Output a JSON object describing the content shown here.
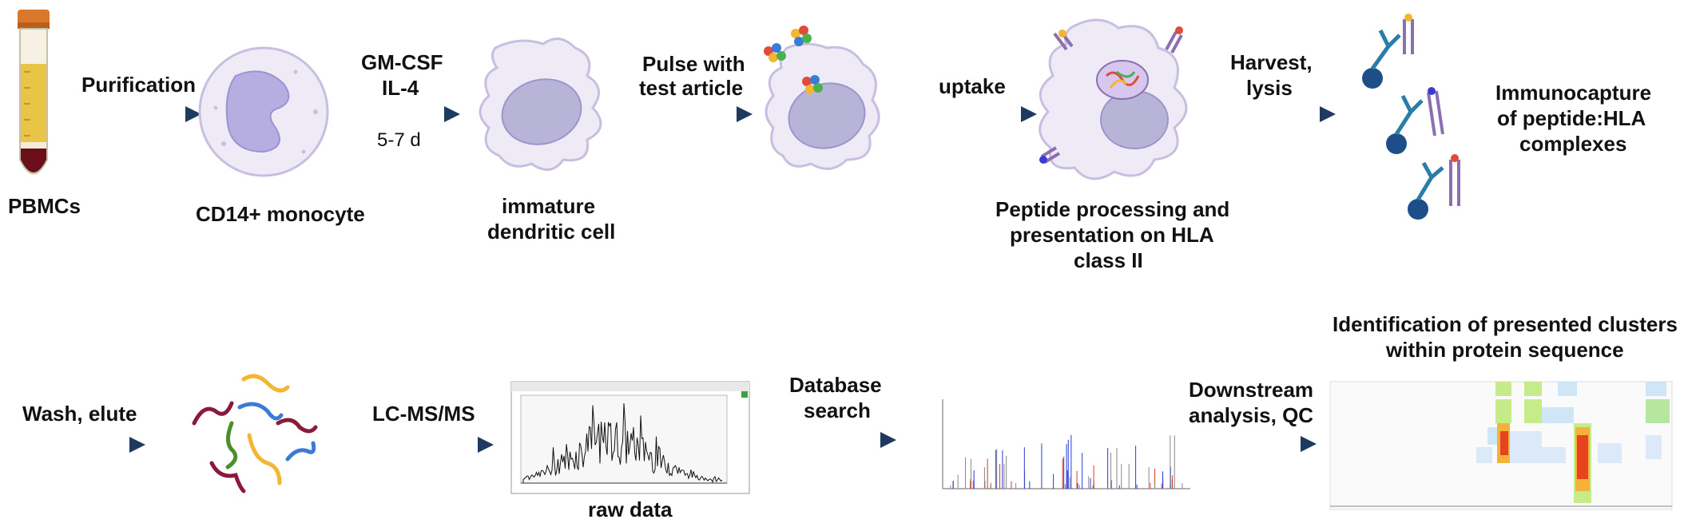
{
  "row1": {
    "pbmcs": "PBMCs",
    "purification": "Purification",
    "monocyte": "CD14+ monocyte",
    "gmcsf": "GM-CSF",
    "il4": "IL-4",
    "days": "5-7 d",
    "immature_line1": "immature",
    "immature_line2": "dendritic cell",
    "pulse_line1": "Pulse with",
    "pulse_line2": "test article",
    "uptake": "uptake",
    "peptide_line1": "Peptide processing and",
    "peptide_line2": "presentation on HLA",
    "peptide_line3": "class II",
    "harvest_line1": "Harvest,",
    "harvest_line2": "lysis",
    "immuno_line1": "Immunocapture",
    "immuno_line2": "of  peptide:HLA",
    "immuno_line3": "complexes"
  },
  "row2": {
    "wash": "Wash, elute",
    "lcms": "LC-MS/MS",
    "raw_data": "raw data",
    "db_line1": "Database",
    "db_line2": "search",
    "down_line1": "Downstream",
    "down_line2": "analysis, QC",
    "ident_line1": "Identification of presented clusters",
    "ident_line2": "within protein sequence"
  },
  "colors": {
    "arrow": "#1f3a5f",
    "cell_fill": "#eeeaf6",
    "cell_stroke": "#b9b0d6",
    "nucleus": "#b8b4d8",
    "tube_blood": "#6b0f1a",
    "tube_plasma": "#e8c547",
    "tube_cap": "#d9772b",
    "antibody": "#2a7da8",
    "hla": "#8b6fb0",
    "bead": "#1d4e89"
  }
}
